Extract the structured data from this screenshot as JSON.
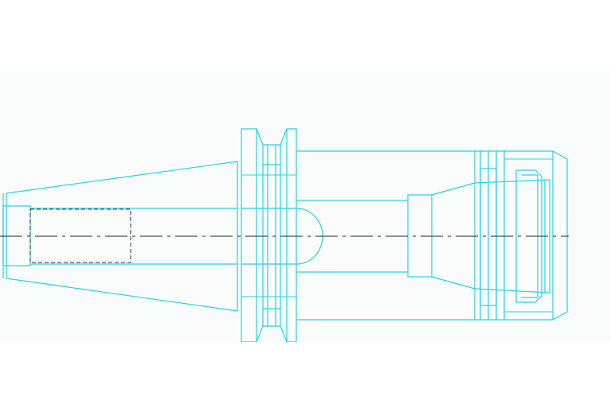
{
  "drawing": {
    "colors": {
      "background": "#ffffff",
      "canvas": "#fafcfb",
      "line": "#22d3e6",
      "centerline": "#222222",
      "hidden": "#333333"
    },
    "parts": [
      "taper-shank",
      "flange",
      "body",
      "collet-nut"
    ]
  }
}
